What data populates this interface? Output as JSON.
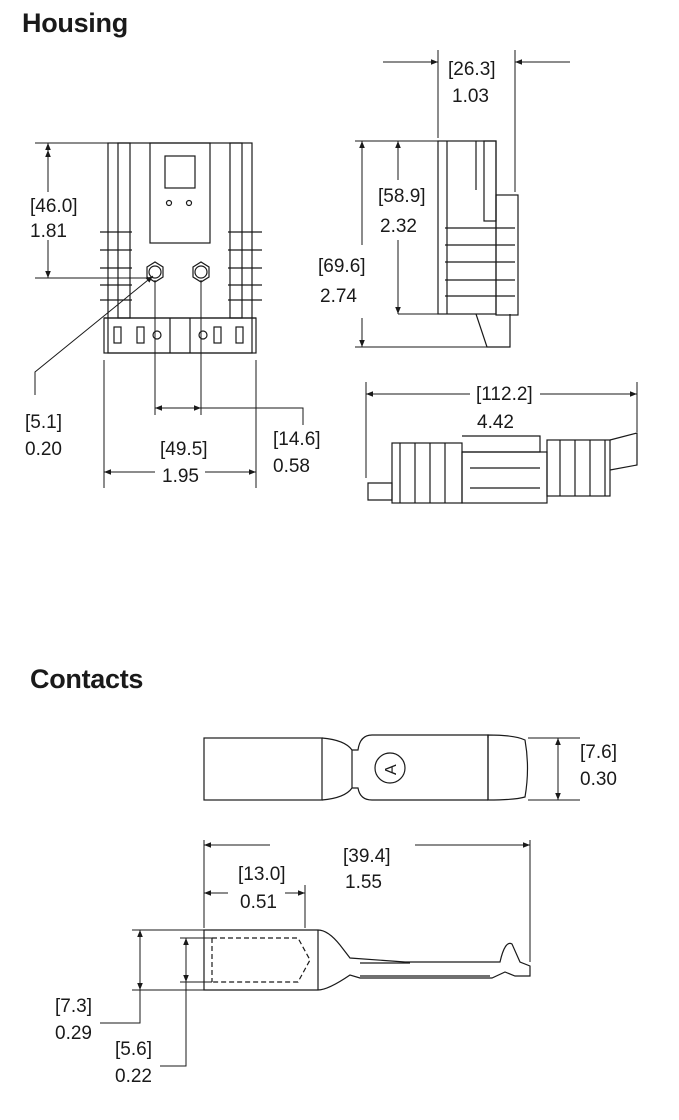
{
  "headings": {
    "housing": "Housing",
    "contacts": "Contacts"
  },
  "dimensions": {
    "housing_top_width": {
      "mm": "[26.3]",
      "in": "1.03"
    },
    "housing_upper_height": {
      "mm": "[58.9]",
      "in": "2.32"
    },
    "housing_total_height": {
      "mm": "[69.6]",
      "in": "2.74"
    },
    "housing_front_upper": {
      "mm": "[46.0]",
      "in": "1.81"
    },
    "housing_hole": {
      "mm": "[5.1]",
      "in": "0.20"
    },
    "housing_width": {
      "mm": "[49.5]",
      "in": "1.95"
    },
    "housing_pitch": {
      "mm": "[14.6]",
      "in": "0.58"
    },
    "housing_length": {
      "mm": "[112.2]",
      "in": "4.42"
    },
    "contact_height": {
      "mm": "[7.6]",
      "in": "0.30"
    },
    "contact_length": {
      "mm": "[39.4]",
      "in": "1.55"
    },
    "contact_barrel": {
      "mm": "[13.0]",
      "in": "0.51"
    },
    "contact_outer_dia": {
      "mm": "[7.3]",
      "in": "0.29"
    },
    "contact_inner_dia": {
      "mm": "[5.6]",
      "in": "0.22"
    }
  },
  "contact_mark": "A",
  "colors": {
    "line": "#1a1a1a",
    "background": "#ffffff"
  }
}
